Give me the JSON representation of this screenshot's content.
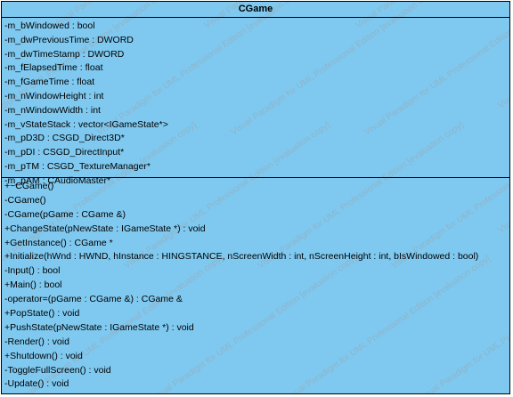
{
  "class": {
    "name": "CGame",
    "attributes": [
      "-m_bWindowed : bool",
      "-m_dwPreviousTime : DWORD",
      "-m_dwTimeStamp : DWORD",
      "-m_fElapsedTime : float",
      "-m_fGameTime : float",
      "-m_nWindowHeight : int",
      "-m_nWindowWidth : int",
      "-m_vStateStack : vector<IGameState*>",
      "-m_pD3D : CSGD_Direct3D*",
      "-m_pDI : CSGD_DirectInput*",
      "-m_pTM : CSGD_TextureManager*",
      "-m_pAM : CAudioMaster*"
    ],
    "operations": [
      "+~CGame()",
      "-CGame()",
      "-CGame(pGame : CGame &)",
      "+ChangeState(pNewState : IGameState *) : void",
      "+GetInstance() : CGame *",
      "+Initialize(hWnd : HWND, hInstance : HINGSTANCE, nScreenWidth : int, nScreenHeight : int, bIsWindowed : bool)",
      "-Input() : bool",
      "+Main() : bool",
      "-operator=(pGame : CGame &) : CGame &",
      "+PopState() : void",
      "+PushState(pNewState : IGameState *) : void",
      "-Render() : void",
      "+Shutdown() : void",
      "-ToggleFullScreen() : void",
      "-Update() : void"
    ]
  },
  "watermark": {
    "text": "Visual Paradigm for UML Professional Edition [evaluation copy]",
    "color": "#9aa3aa"
  },
  "colors": {
    "class_fill": "#7fc9f0",
    "border": "#000000"
  }
}
